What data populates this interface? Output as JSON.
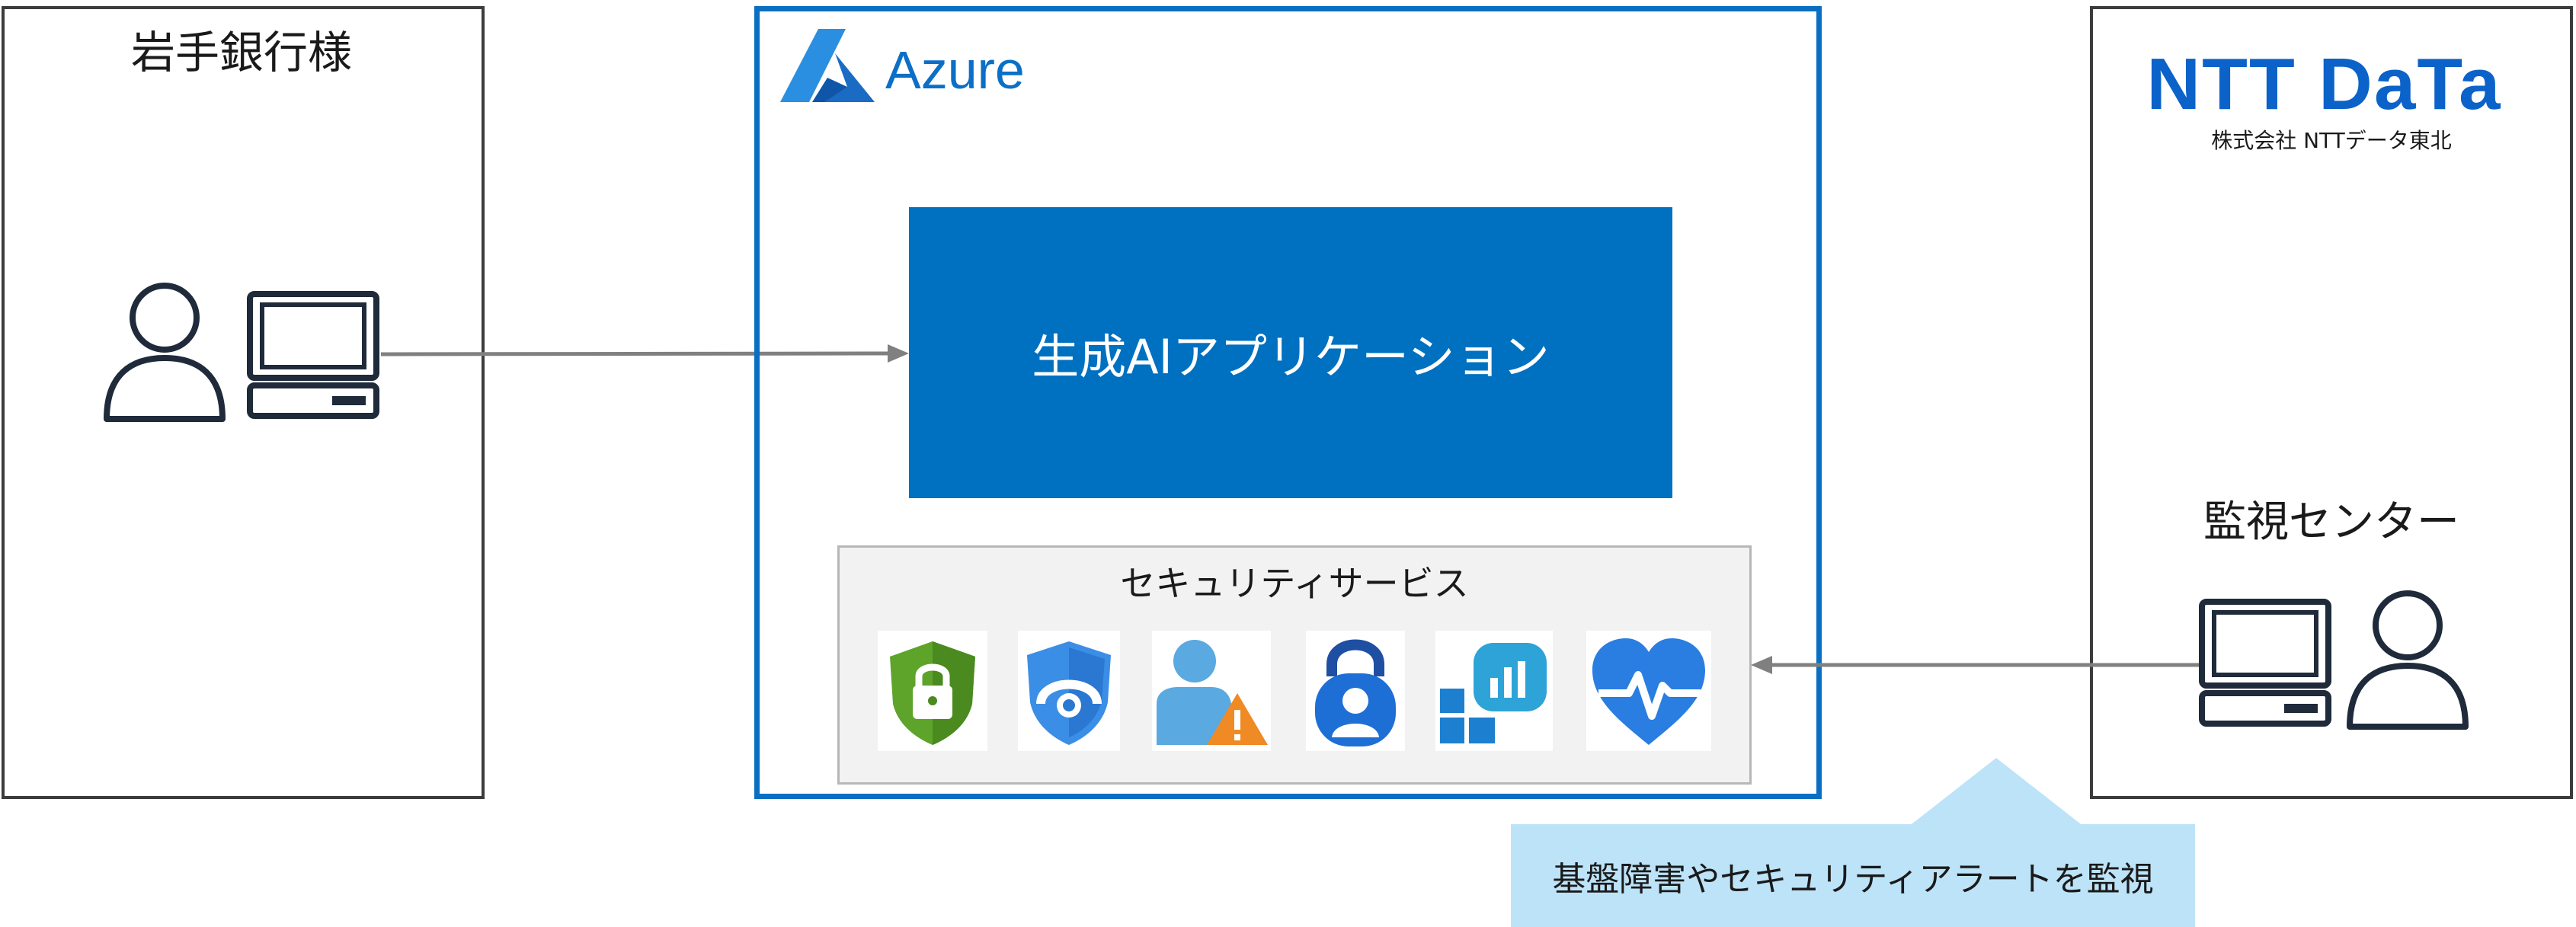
{
  "customer": {
    "title": "岩手銀行様",
    "user_icon": "user-icon",
    "computer_icon": "computer-icon"
  },
  "azure": {
    "label": "Azure",
    "logo_icon": "azure-logo-icon",
    "app_label": "生成AIアプリケーション",
    "security": {
      "title": "セキュリティサービス",
      "services": [
        {
          "icon": "key-vault-shield-icon"
        },
        {
          "icon": "defender-shield-icon"
        },
        {
          "icon": "identity-alert-icon"
        },
        {
          "icon": "entra-id-lock-icon"
        },
        {
          "icon": "sentinel-dashboard-icon"
        },
        {
          "icon": "service-health-heart-icon"
        }
      ]
    }
  },
  "ntt": {
    "logo_text": "NTT DaTa",
    "company_name": "株式会社 NTTデータ東北",
    "center_title": "監視センター",
    "computer_icon": "computer-icon",
    "user_icon": "user-icon"
  },
  "callout": {
    "text": "基盤障害やセキュリティアラートを監視"
  },
  "colors": {
    "azure_border": "#0a6fc2",
    "app_box": "#0070c0",
    "callout": "#bde3f8",
    "ntt_blue": "#0b62c9",
    "arrow": "#808080"
  }
}
